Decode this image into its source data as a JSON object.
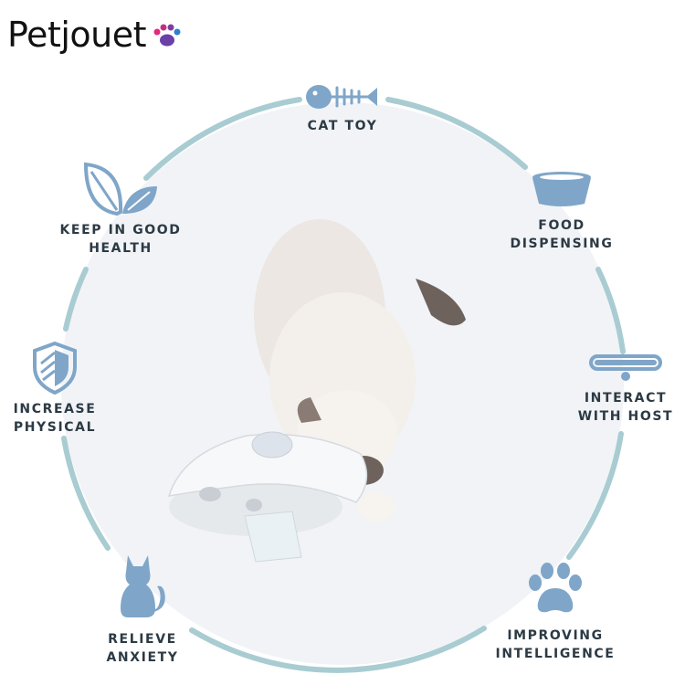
{
  "brand": {
    "name": "Petjouet",
    "paw_colors": [
      "#e4287c",
      "#7b3fa0",
      "#2e7fd0"
    ]
  },
  "colors": {
    "ring": "#a8ccd1",
    "icon": "#7fa6c8",
    "inner_fill": "#f1f3f7",
    "text": "#2c3a44"
  },
  "features": [
    {
      "id": "cat-toy",
      "label": "CAT TOY",
      "icon": "fish-bone-icon"
    },
    {
      "id": "food-dispensing",
      "label": "FOOD\nDISPENSING",
      "icon": "food-bowl-icon"
    },
    {
      "id": "interact-with-host",
      "label": "INTERACT\nWITH HOST",
      "icon": "collar-icon"
    },
    {
      "id": "improving-intelligence",
      "label": "IMPROVING\nINTELLIGENCE",
      "icon": "paw-print-icon"
    },
    {
      "id": "relieve-anxiety",
      "label": "RELIEVE\nANXIETY",
      "icon": "sitting-cat-icon"
    },
    {
      "id": "increase-physical",
      "label": "INCREASE\nPHYSICAL",
      "icon": "shield-icon"
    },
    {
      "id": "keep-in-good-health",
      "label": "KEEP IN GOOD\nHEALTH",
      "icon": "leaves-icon"
    }
  ],
  "photo": {
    "subject": "cat-with-toy-photo"
  }
}
